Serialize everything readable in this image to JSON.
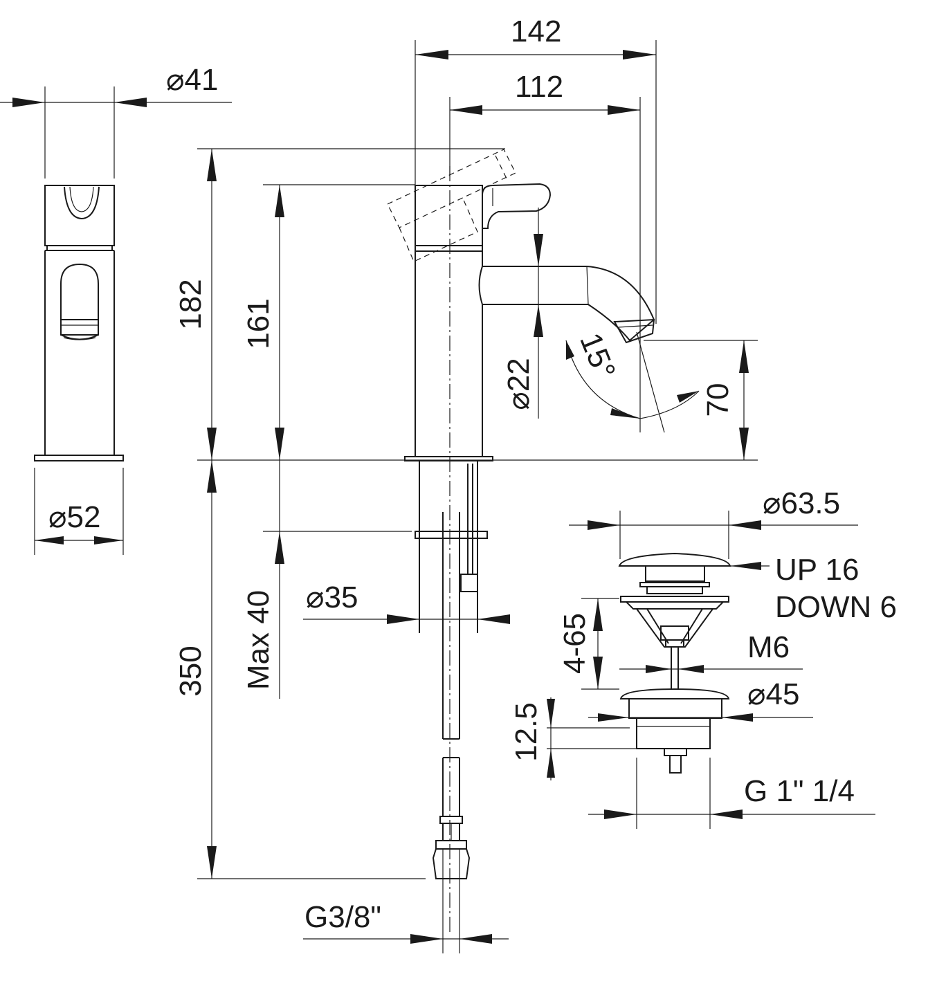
{
  "drawing": {
    "left_view": {
      "width_top": "⌀41",
      "width_base": "⌀52"
    },
    "side_view": {
      "overall_reach": "142",
      "spout_reach": "112",
      "overall_height": "182",
      "spout_height": "161",
      "spout_diameter": "⌀22",
      "handle_angle": "15°",
      "outlet_height": "70",
      "hose_length": "350",
      "deck_thickness": "Max 40",
      "shank_diameter": "⌀35",
      "hose_connection": "G3/8\""
    },
    "waste": {
      "cap_diameter": "⌀63.5",
      "stroke_up": "UP 16",
      "stroke_down": "DOWN 6",
      "thickness_range": "4-65",
      "rod_thread": "M6",
      "body_diameter": "⌀45",
      "body_height": "12.5",
      "thread": "G 1\" 1/4"
    }
  }
}
